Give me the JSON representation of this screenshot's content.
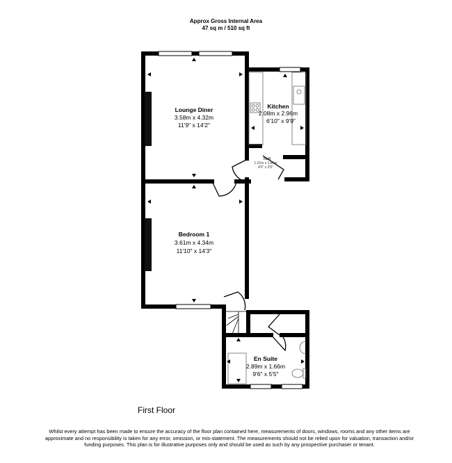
{
  "header": {
    "title": "Approx Gross Internal Area",
    "area": "47 sq m / 510 sq ft"
  },
  "rooms": [
    {
      "name": "Lounge Diner",
      "metric": "3.58m x 4.32m",
      "imperial": "11'9\" x 14'2\""
    },
    {
      "name": "Kitchen",
      "metric": "2.08m x 2.96m",
      "imperial": "6'10\" x 9'9\""
    },
    {
      "name": "Hall",
      "metric": "1.21m x 1.46m",
      "imperial": "4'0\" x 3'5\""
    },
    {
      "name": "Bedroom 1",
      "metric": "3.61m x 4.34m",
      "imperial": "11'10\" x 14'3\""
    },
    {
      "name": "En Suite",
      "metric": "2.89m x 1.66m",
      "imperial": "9'6\" x 5'5\""
    }
  ],
  "floor_label": "First Floor",
  "disclaimer": "Whilst every attempt has been made to ensure the accuracy of the floor plan contained here, measurements of doors, windows, rooms and any other items are approximate and no responsibility is taken for any error, omission, or mis-statement. The measurements should not be relied upon for valuation, transaction and/or funding purposes. This plan is for illustrative purposes only and should be used as such by any prospective purchaser or tenant."
}
